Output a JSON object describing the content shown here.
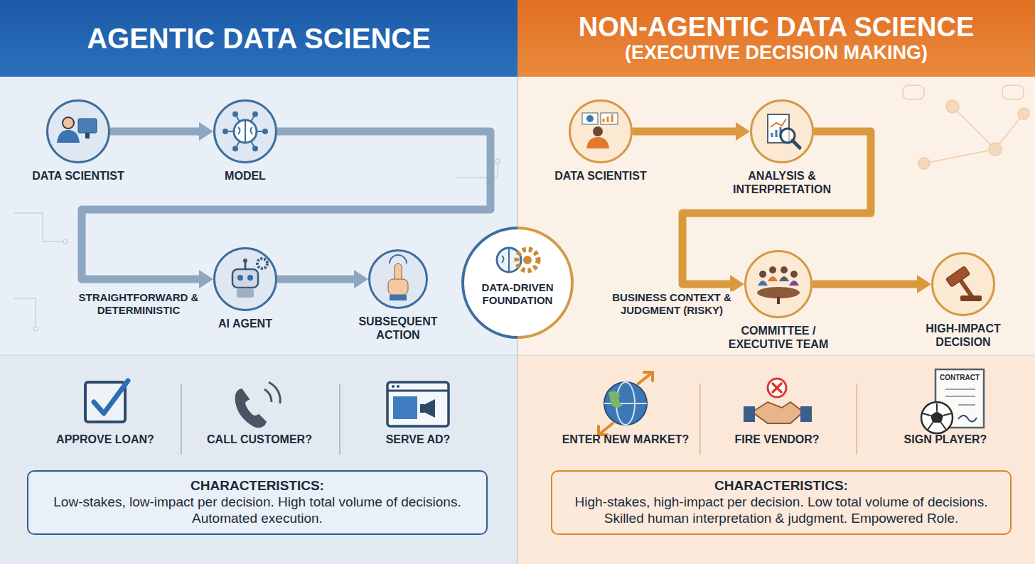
{
  "diagram": {
    "nodes": [
      {
        "text": [
          "AGENTIC DATA SCIENCE"
        ]
      },
      {
        "text": [
          "NON-AGENTIC DATA SCIENCE",
          "(EXECUTIVE DECISION MAKING)"
        ]
      },
      {
        "text": [
          "DATA SCIENTIST"
        ]
      },
      {
        "text": [
          "MODEL"
        ]
      },
      {
        "text": [
          "AI AGENT"
        ]
      },
      {
        "text": [
          "SUBSEQUENT ACTION"
        ]
      },
      {
        "text": [
          "DATA-DRIVEN FOUNDATION"
        ]
      },
      {
        "text": [
          "DATA SCIENTIST"
        ]
      },
      {
        "text": [
          "ANALYSIS & INTERPRETATION"
        ]
      },
      {
        "text": [
          "COMMITTEE / EXECUTIVE TEAM"
        ]
      },
      {
        "text": [
          "HIGH-IMPACT DECISION"
        ]
      },
      {
        "text": [
          "CHARACTERISTICS:",
          "Low-stakes, low-impact per decision. High total volume of decisions. Automated execution."
        ]
      },
      {
        "text": [
          "CHARACTERISTICS:",
          "High-stakes, high-impact per decision. Low total volume of decisions. Skilled human interpretation & judgment. Empowered Role."
        ]
      }
    ],
    "edges": [
      {
        "from": 2,
        "to": 3,
        "arrow": "to"
      },
      {
        "from": 3,
        "to": 4,
        "label": "STRAIGHTFORWARD & DETERMINISTIC",
        "arrow": "to"
      },
      {
        "from": 4,
        "to": 5,
        "arrow": "to"
      },
      {
        "from": 7,
        "to": 8,
        "arrow": "to"
      },
      {
        "from": 8,
        "to": 9,
        "label": "BUSINESS CONTEXT & JUDGMENT (RISKY)",
        "arrow": "to"
      },
      {
        "from": 9,
        "to": 10,
        "arrow": "to"
      }
    ],
    "labels": [
      "APPROVE LOAN?",
      "CALL CUSTOMER?",
      "SERVE AD?",
      "ENTER NEW MARKET?",
      "FIRE VENDOR?",
      "CONTRACT",
      "SIGN PLAYER?"
    ]
  }
}
